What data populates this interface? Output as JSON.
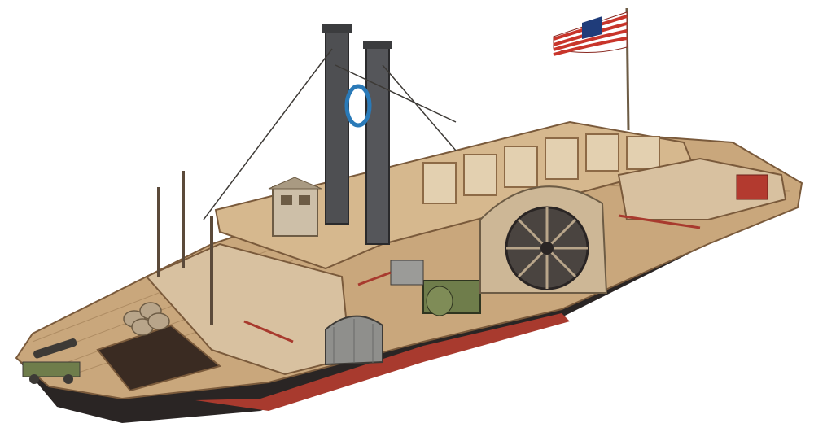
{
  "image": {
    "subject": "cutaway-illustration",
    "palette": {
      "background": "#ffffff",
      "deck_wood": "#c9a77c",
      "deck_wood_dark": "#8d6a46",
      "hull_black": "#2a2524",
      "hull_red": "#a83a2e",
      "stack_gray": "#4e4f52",
      "cabin_wood": "#d8c1a0",
      "machinery_green": "#6f7d4b",
      "flag_red": "#c8352b",
      "flag_blue": "#1f3c7a"
    },
    "icons": [
      "smokestack",
      "paddlewheel",
      "flag",
      "cannon",
      "barrels",
      "boiler",
      "pilothouse"
    ]
  }
}
